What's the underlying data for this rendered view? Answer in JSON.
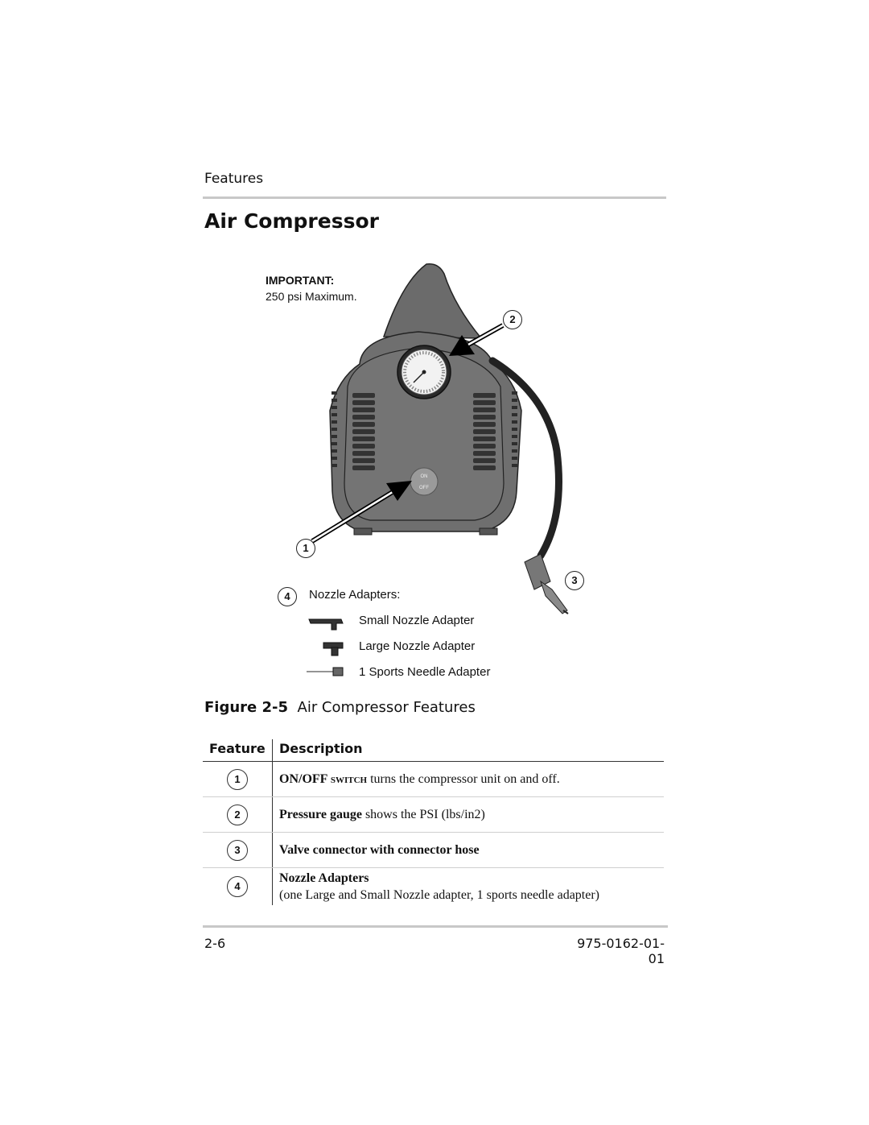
{
  "header": {
    "section": "Features",
    "title": "Air Compressor"
  },
  "figure": {
    "important_label": "IMPORTANT:",
    "important_text": "250 psi Maximum.",
    "callouts": {
      "c1": "1",
      "c2": "2",
      "c3": "3",
      "c4": "4"
    },
    "gauge_labels": {
      "on": "ON",
      "off": "OFF"
    },
    "nozzle_heading": "Nozzle Adapters:",
    "adapters": [
      "Small Nozzle Adapter",
      "Large Nozzle Adapter",
      "1 Sports Needle Adapter"
    ],
    "caption_number": "Figure 2-5",
    "caption_text": "Air Compressor Features"
  },
  "table": {
    "headers": {
      "feature": "Feature",
      "description": "Description"
    },
    "rows": [
      {
        "num": "1",
        "bold": "ON/OFF switch",
        "rest": " turns the compressor unit on and off."
      },
      {
        "num": "2",
        "bold": "Pressure gauge",
        "rest": " shows the PSI (lbs/in2)"
      },
      {
        "num": "3",
        "bold": "Valve connector with connector hose",
        "rest": ""
      },
      {
        "num": "4",
        "bold": "Nozzle Adapters",
        "rest": "(one Large and Small Nozzle adapter, 1 sports needle adapter)"
      }
    ]
  },
  "footer": {
    "page": "2-6",
    "doc_number": "975-0162-01-01"
  }
}
